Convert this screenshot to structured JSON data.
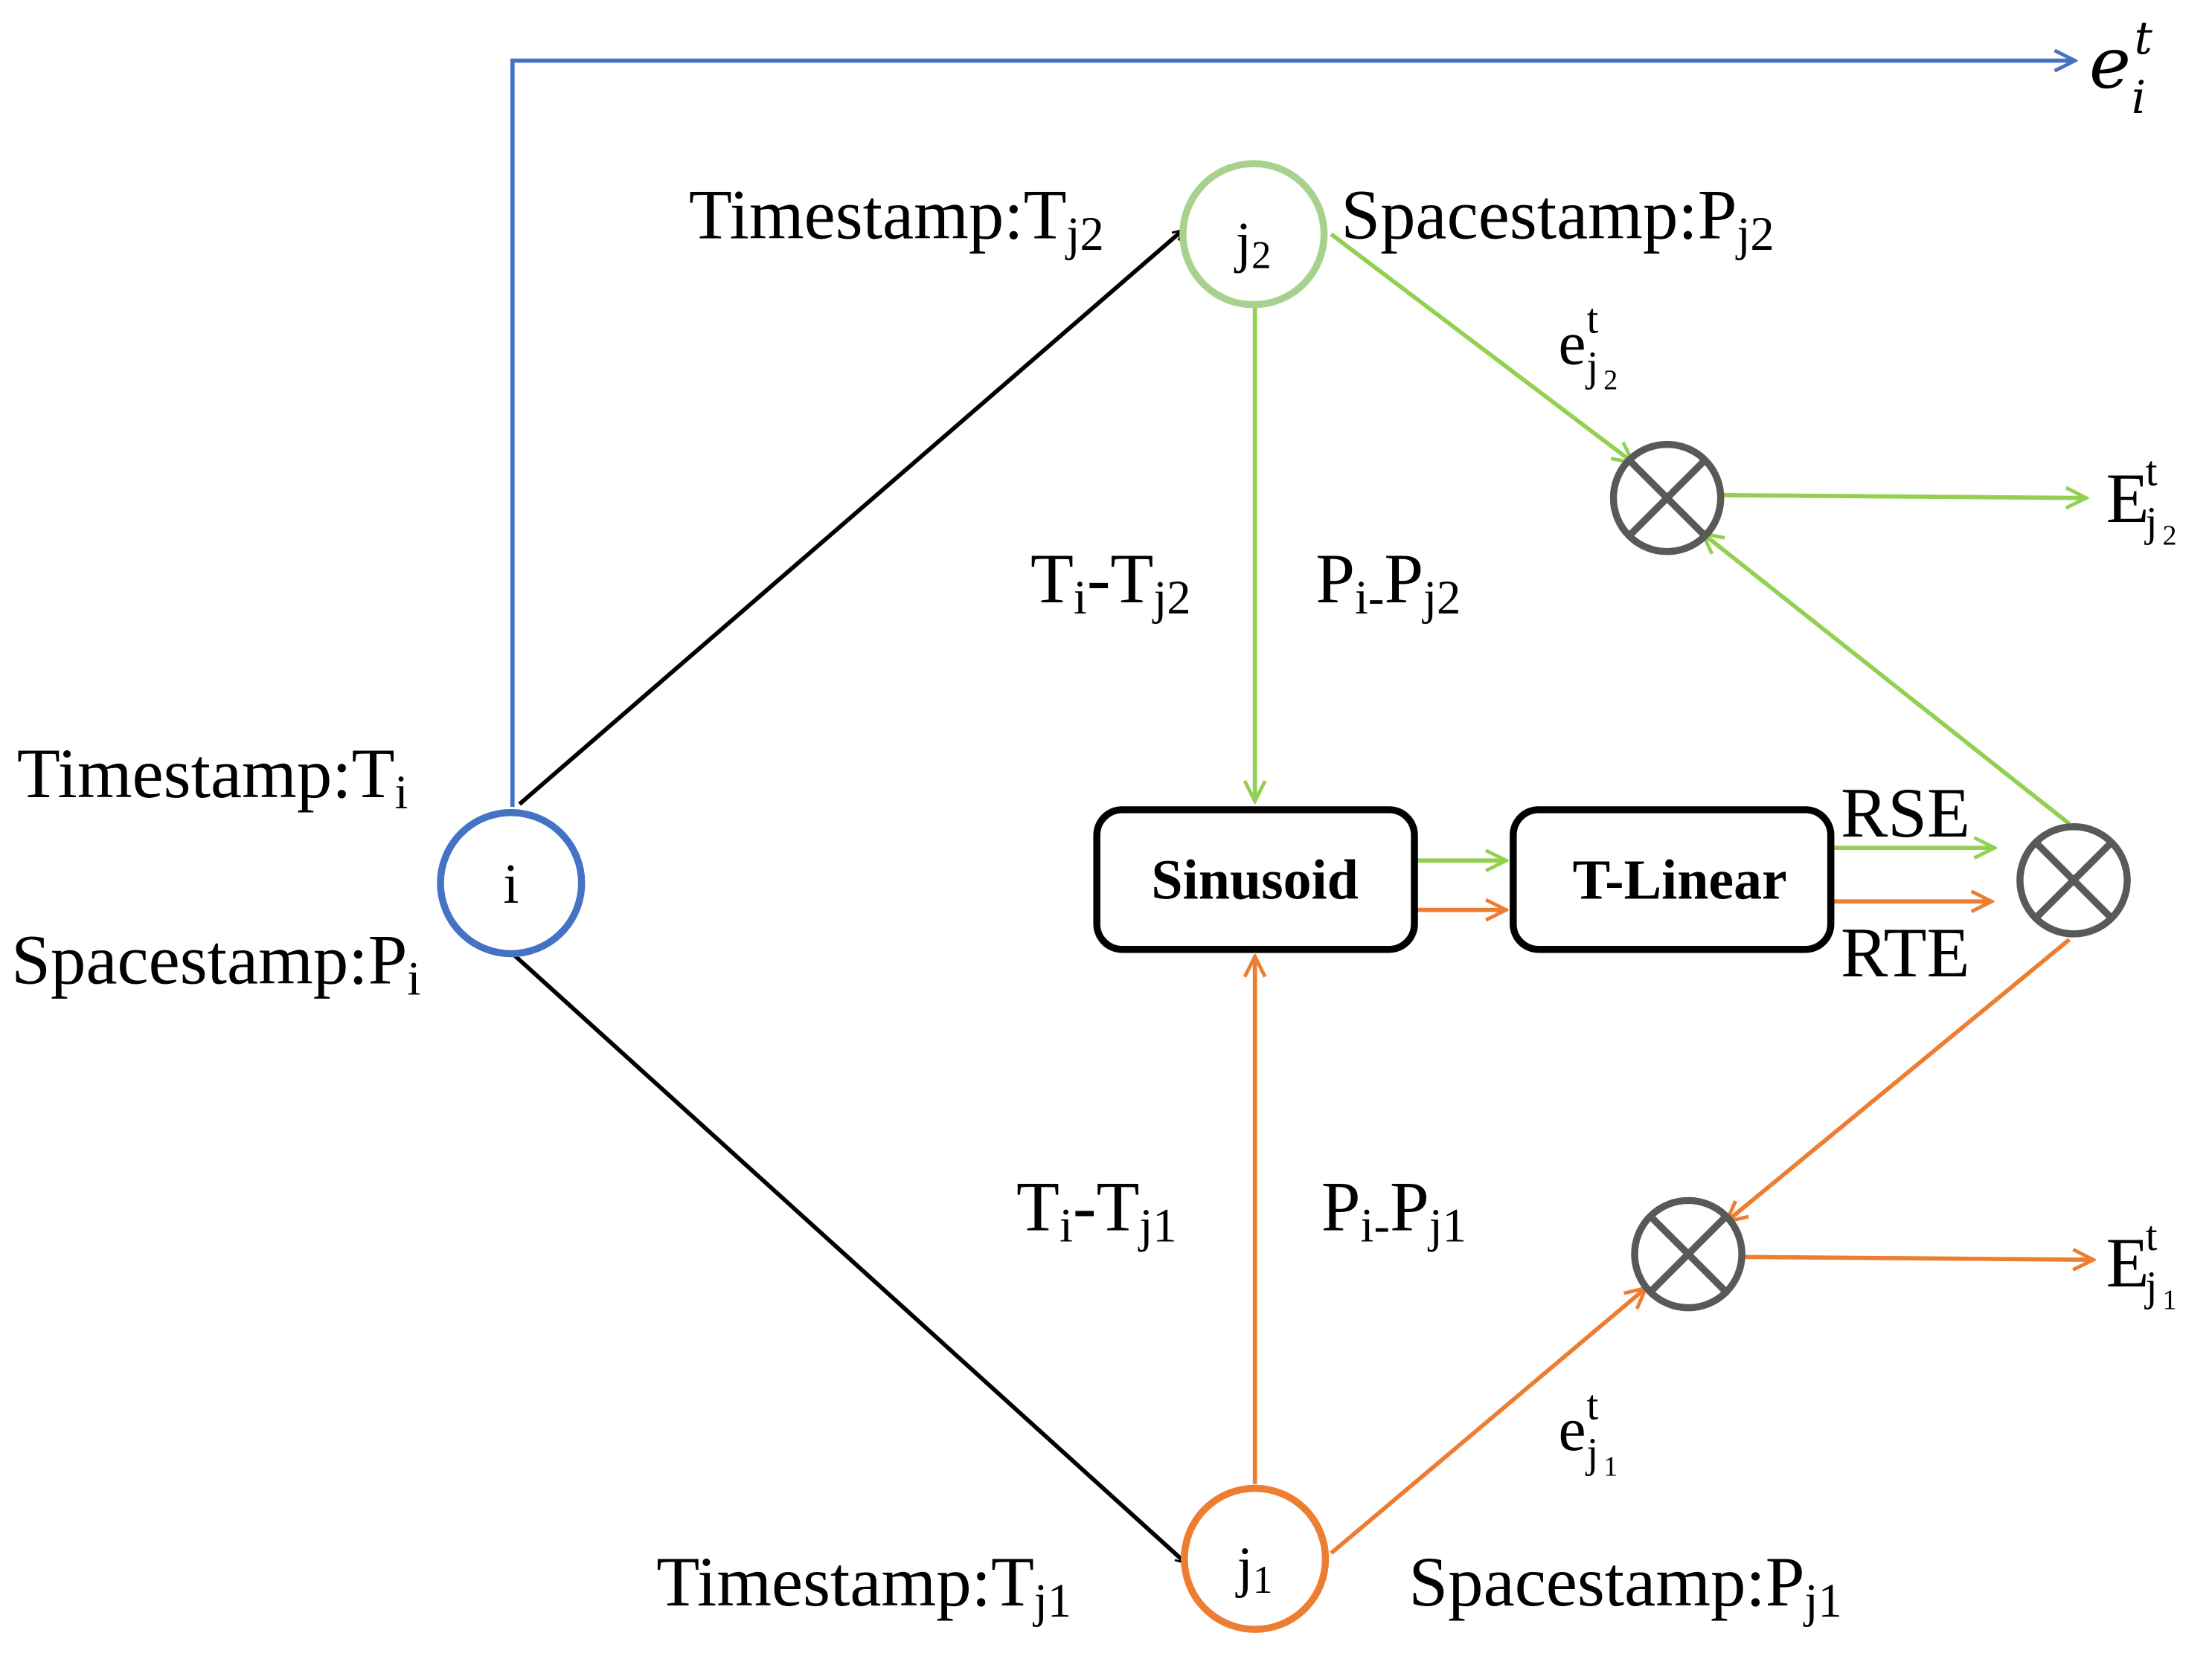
{
  "colors": {
    "blue": "#4472C4",
    "green": "#92D050",
    "orange": "#ED7D31",
    "black": "#000000",
    "gray": "#595959"
  },
  "nodes": {
    "i": {
      "main": "i",
      "sub": ""
    },
    "j2": {
      "main": "j",
      "sub": "2"
    },
    "j1": {
      "main": "j",
      "sub": "1"
    }
  },
  "labels": {
    "timestamp_i": {
      "main": "Timestamp:T",
      "sub": "i"
    },
    "spacestamp_i": {
      "main": "Spacestamp:P",
      "sub": "i"
    },
    "timestamp_j2": {
      "main": "Timestamp:T",
      "sub": "j2"
    },
    "spacestamp_j2": {
      "main": "Spacestamp:P",
      "sub": "j2"
    },
    "timestamp_j1": {
      "main": "Timestamp:T",
      "sub": "j1"
    },
    "spacestamp_j1": {
      "main": "Spacestamp:P",
      "sub": "j1"
    },
    "time_diff_j2": {
      "a": "T",
      "a_sub": "i",
      "mid": "-T",
      "b_sub": "j2"
    },
    "space_diff_j2": {
      "a": "P",
      "a_sub": "i-",
      "mid": "P",
      "b_sub": "j2"
    },
    "time_diff_j1": {
      "a": "T",
      "a_sub": "i",
      "mid": "-T",
      "b_sub": "j1"
    },
    "space_diff_j1": {
      "a": "P",
      "a_sub": "i-",
      "mid": "P",
      "b_sub": "j1"
    },
    "rse": "RSE",
    "rte": "RTE",
    "e_j2": {
      "main": "e",
      "sup": "t",
      "sub": "j",
      "subsub": "2"
    },
    "e_j1": {
      "main": "e",
      "sup": "t",
      "sub": "j",
      "subsub": "1"
    },
    "E_j2": {
      "main": "E",
      "sup": "t",
      "sub": "j",
      "subsub": "2"
    },
    "E_j1": {
      "main": "E",
      "sup": "t",
      "sub": "j",
      "subsub": "1"
    },
    "e_i": {
      "main": "e",
      "sup": "t",
      "sub": "i"
    }
  },
  "boxes": {
    "sinusoid": "Sinusoid",
    "tlinear": "T-Linear"
  }
}
